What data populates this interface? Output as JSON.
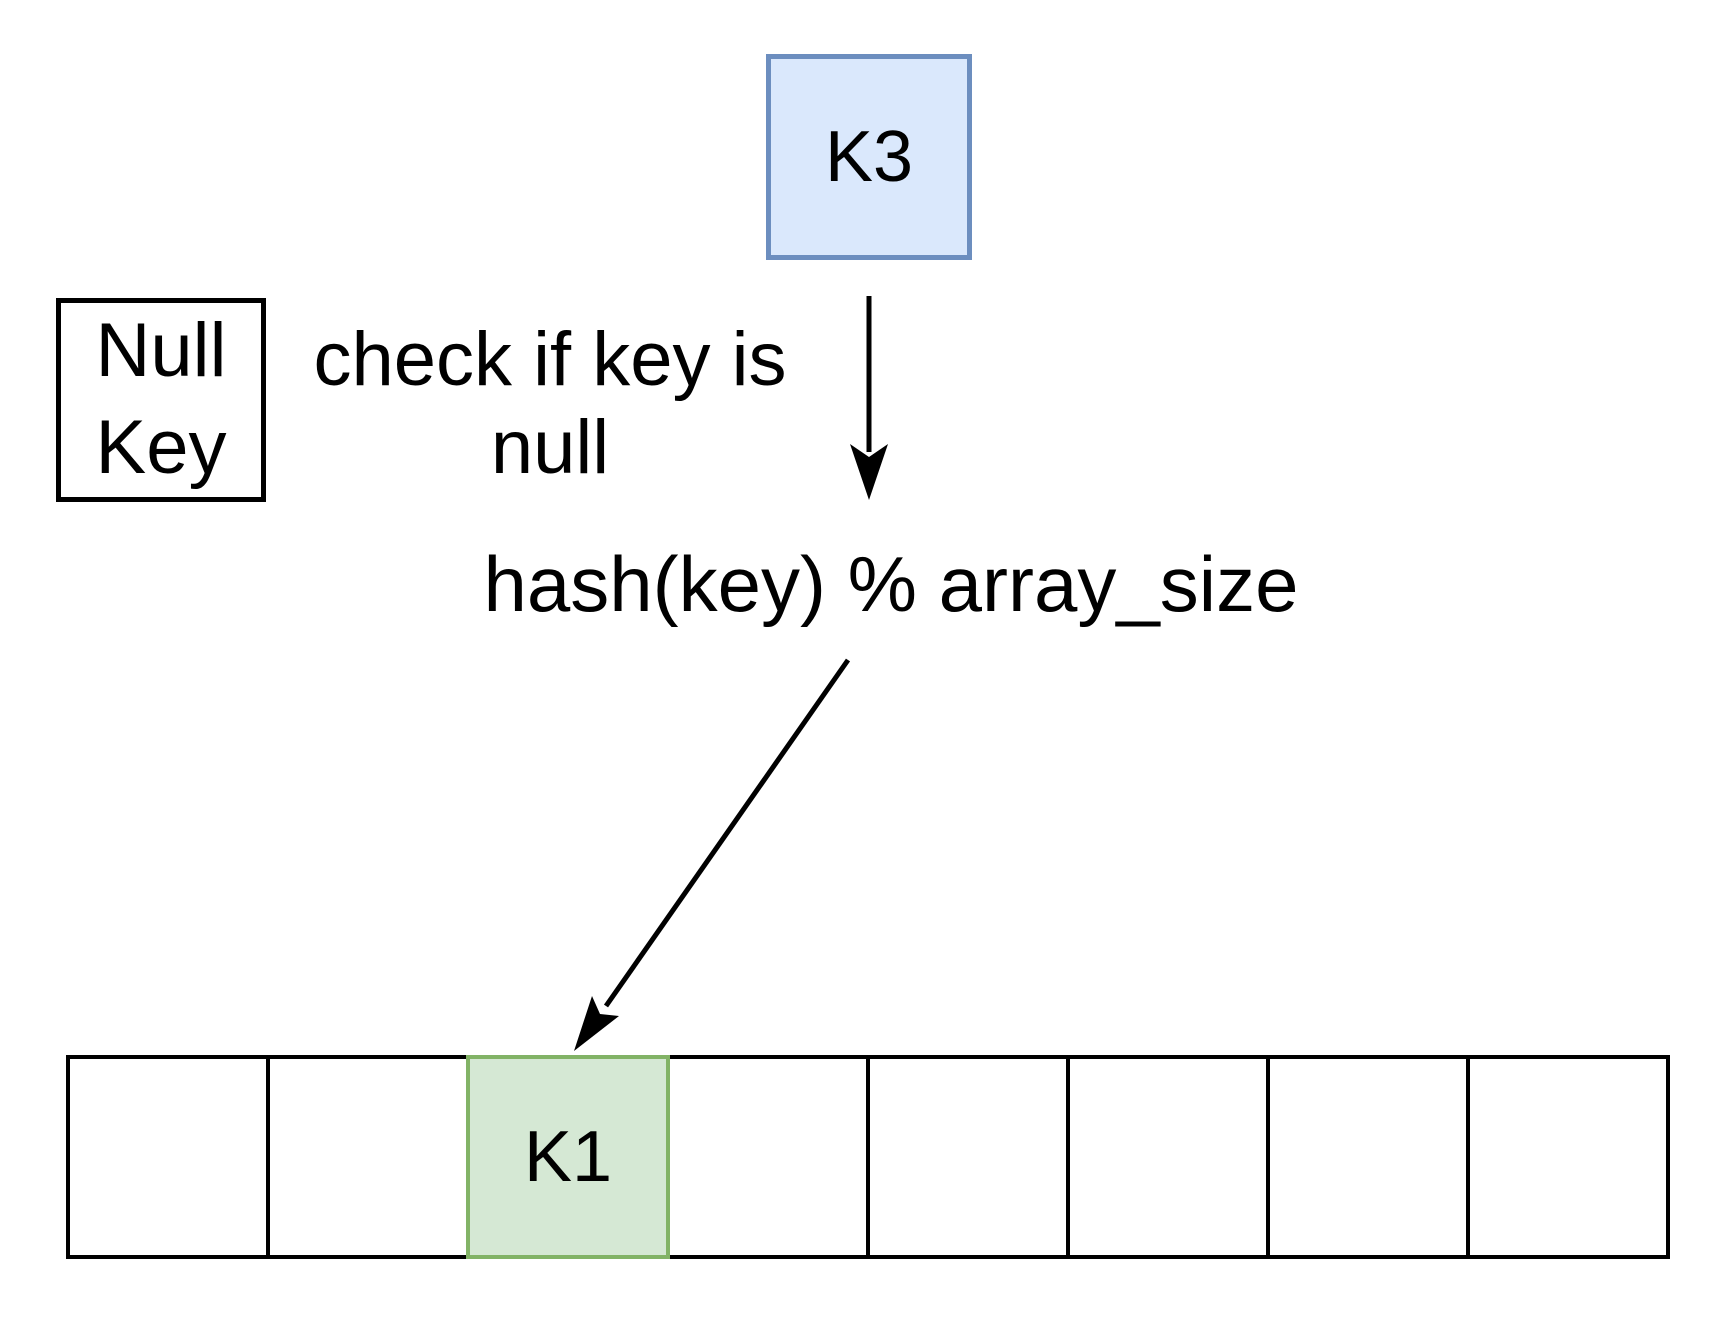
{
  "key_box": {
    "label": "K3"
  },
  "null_key_box": {
    "label_line1": "Null",
    "label_line2": "Key"
  },
  "annotations": {
    "check_line1": "check if key is",
    "check_line2": "null",
    "hash_formula": "hash(key) % array_size"
  },
  "hash_array": {
    "cells": [
      {
        "label": "",
        "highlighted": false
      },
      {
        "label": "",
        "highlighted": false
      },
      {
        "label": "K1",
        "highlighted": true
      },
      {
        "label": "",
        "highlighted": false
      },
      {
        "label": "",
        "highlighted": false
      },
      {
        "label": "",
        "highlighted": false
      },
      {
        "label": "",
        "highlighted": false
      },
      {
        "label": "",
        "highlighted": false
      }
    ]
  },
  "colors": {
    "key_box_fill": "#dae8fc",
    "key_box_stroke": "#6c8ebf",
    "highlight_cell_fill": "#d5e8d4",
    "highlight_cell_stroke": "#82b366",
    "line_color": "#000000"
  }
}
